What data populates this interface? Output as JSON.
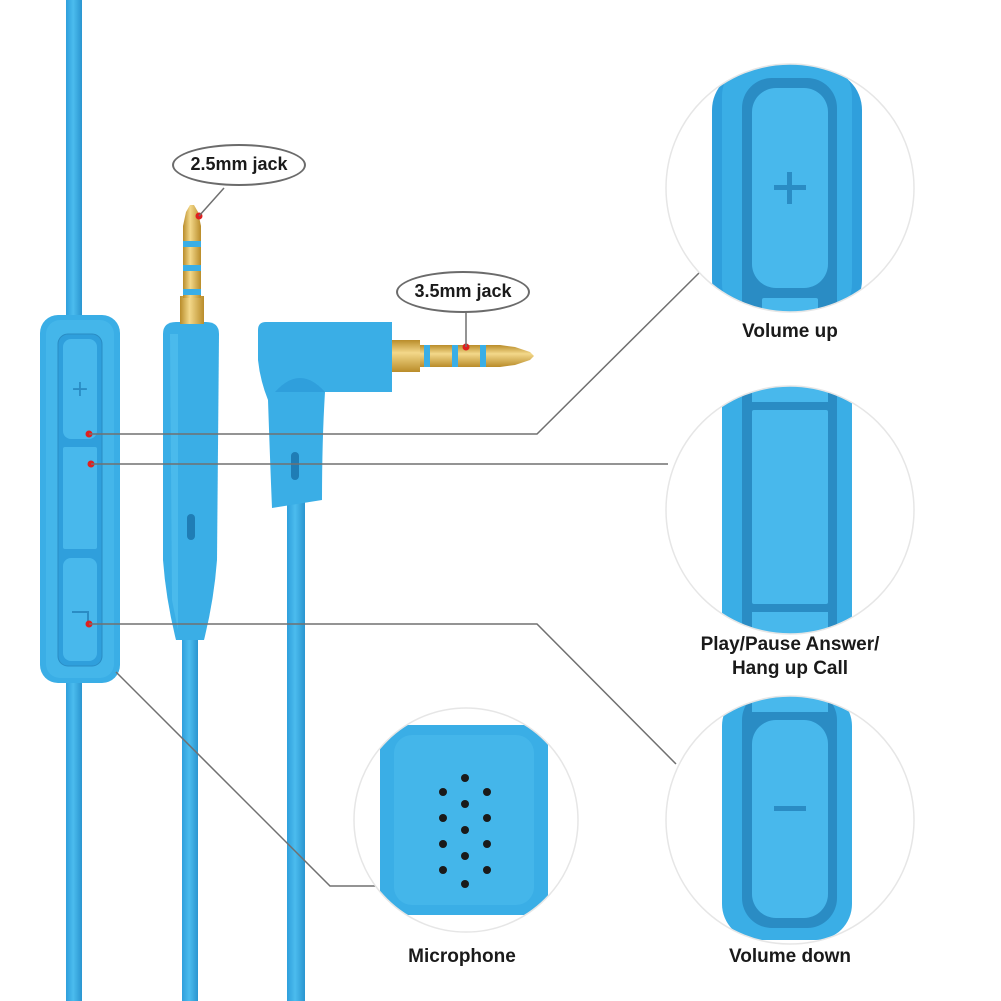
{
  "jacks": {
    "jack_25": "2.5mm jack",
    "jack_35": "3.5mm jack"
  },
  "callouts": {
    "volume_up": "Volume up",
    "play_pause_line1": "Play/Pause Answer/",
    "play_pause_line2": "Hang up Call",
    "volume_down": "Volume down",
    "microphone": "Microphone"
  },
  "colors": {
    "cable_blue": "#3aaee6",
    "cable_blue_dark": "#2a97d2",
    "cable_blue_light": "#5cc3f0",
    "gold": "#d9b24a",
    "leader_line": "#707070",
    "marker_red": "#e02020"
  },
  "icons": {
    "plus": "plus-icon",
    "minus": "minus-icon"
  }
}
